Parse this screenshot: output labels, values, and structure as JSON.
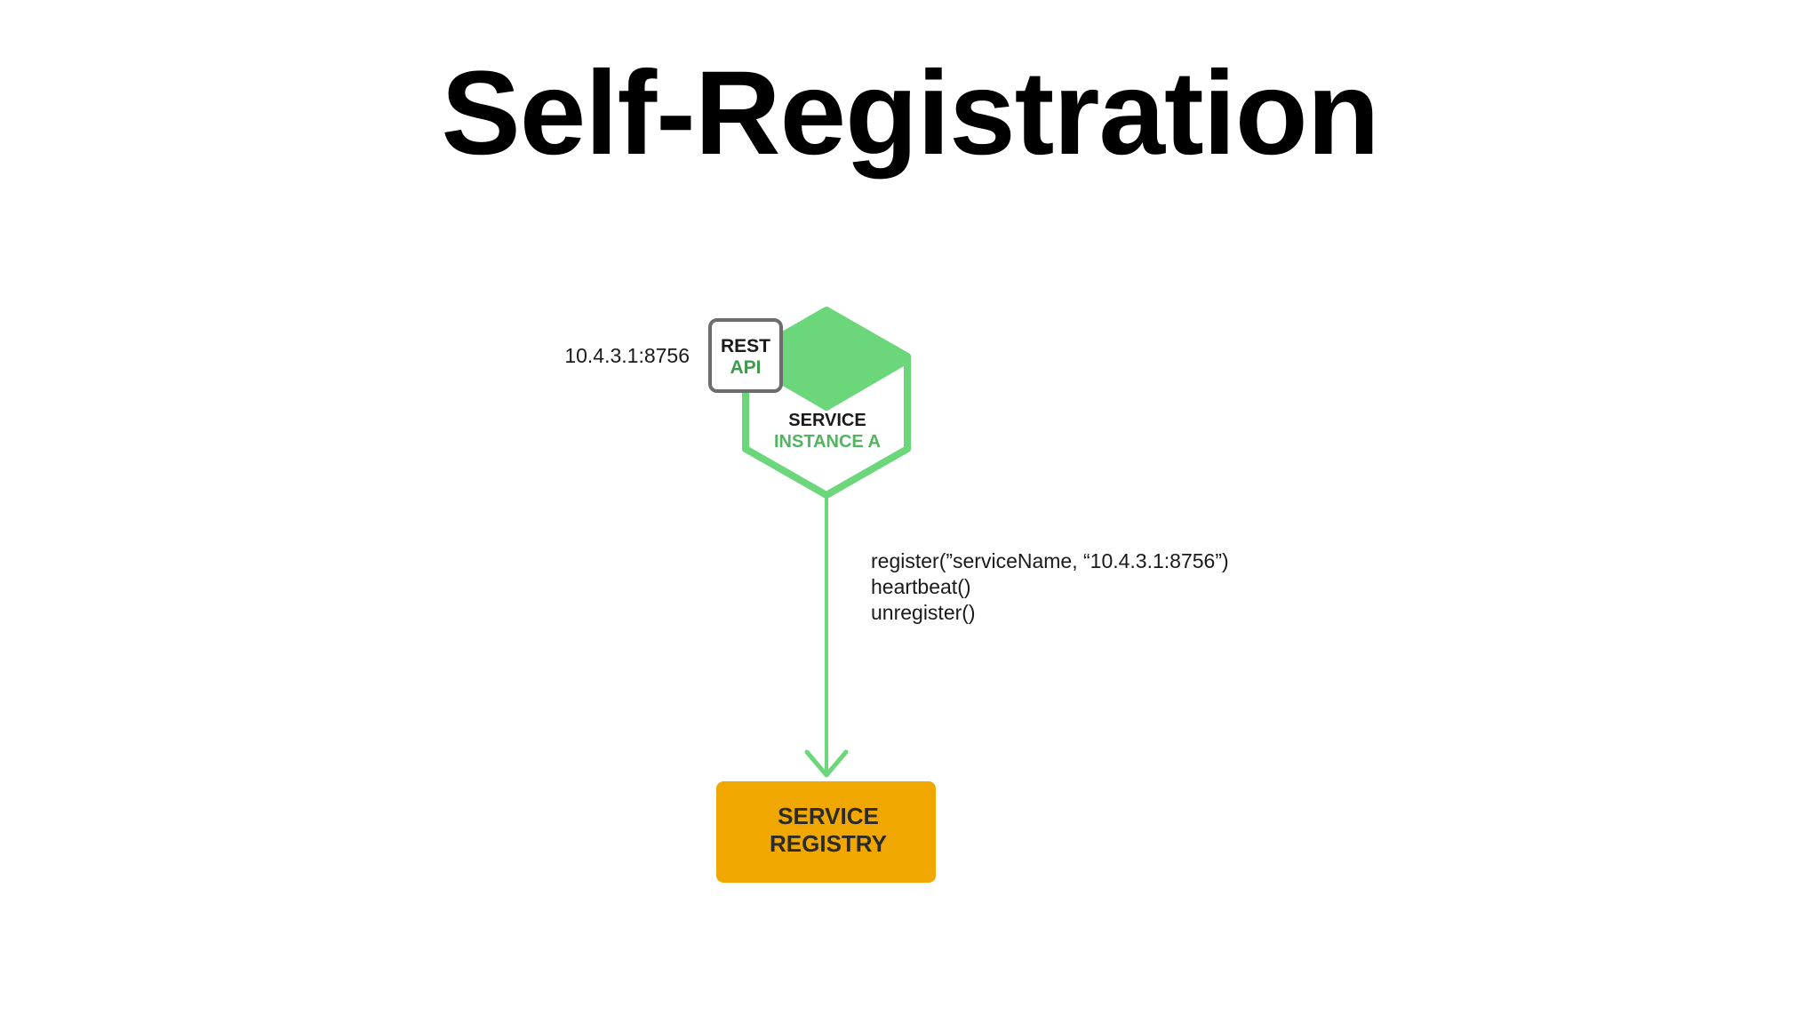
{
  "title": "Self-Registration",
  "colors": {
    "service_green": "#6cd67a",
    "service_text_green": "#53b45f",
    "api_text_green": "#3f9b4b",
    "registry_fill": "#f0a800",
    "registry_text": "#2b2b2b",
    "api_border": "#6d6d6d",
    "dark_text": "#1a1a1a"
  },
  "diagram": {
    "address": "10.4.3.1:8756",
    "rest_api": {
      "line1": "REST",
      "line2": "API"
    },
    "service": {
      "line1": "SERVICE",
      "line2": "INSTANCE A"
    },
    "calls": [
      "register(”serviceName, “10.4.3.1:8756”)",
      "heartbeat()",
      "unregister()"
    ],
    "registry": {
      "line1": "SERVICE",
      "line2": "REGISTRY"
    }
  }
}
